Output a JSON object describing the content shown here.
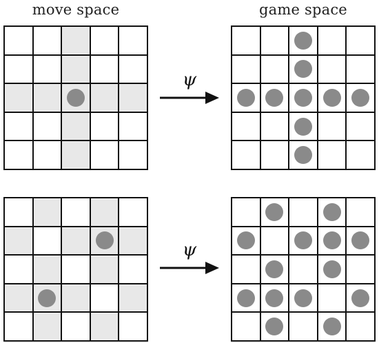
{
  "labels": {
    "move_space": "move space",
    "game_space": "game space"
  },
  "arrow_symbol": "ψ",
  "colors": {
    "shade": "#e8e8e8",
    "dot": "#8a8a8a",
    "line": "#111111"
  },
  "rows": [
    {
      "move": {
        "shaded": [
          [
            0,
            2
          ],
          [
            1,
            2
          ],
          [
            2,
            0
          ],
          [
            2,
            1
          ],
          [
            2,
            2
          ],
          [
            2,
            3
          ],
          [
            2,
            4
          ],
          [
            3,
            2
          ],
          [
            4,
            2
          ]
        ],
        "dots": [
          [
            2,
            2
          ]
        ]
      },
      "game": {
        "shaded": [],
        "dots": [
          [
            0,
            2
          ],
          [
            1,
            2
          ],
          [
            2,
            0
          ],
          [
            2,
            1
          ],
          [
            2,
            2
          ],
          [
            2,
            3
          ],
          [
            2,
            4
          ],
          [
            3,
            2
          ],
          [
            4,
            2
          ]
        ]
      }
    },
    {
      "move": {
        "shaded": [
          [
            0,
            1
          ],
          [
            0,
            3
          ],
          [
            1,
            0
          ],
          [
            1,
            2
          ],
          [
            1,
            3
          ],
          [
            1,
            4
          ],
          [
            2,
            1
          ],
          [
            2,
            3
          ],
          [
            3,
            0
          ],
          [
            3,
            1
          ],
          [
            3,
            2
          ],
          [
            3,
            4
          ],
          [
            4,
            1
          ],
          [
            4,
            3
          ]
        ],
        "dots": [
          [
            1,
            3
          ],
          [
            3,
            1
          ]
        ]
      },
      "game": {
        "shaded": [],
        "dots": [
          [
            0,
            1
          ],
          [
            0,
            3
          ],
          [
            1,
            0
          ],
          [
            1,
            2
          ],
          [
            1,
            3
          ],
          [
            1,
            4
          ],
          [
            2,
            1
          ],
          [
            2,
            3
          ],
          [
            3,
            0
          ],
          [
            3,
            1
          ],
          [
            3,
            2
          ],
          [
            3,
            4
          ],
          [
            4,
            1
          ],
          [
            4,
            3
          ]
        ]
      }
    }
  ]
}
